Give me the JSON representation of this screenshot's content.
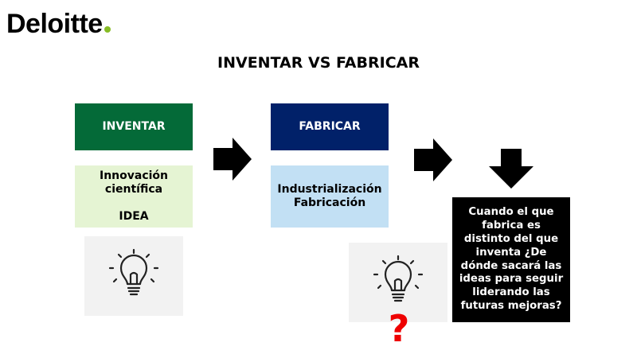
{
  "logo": {
    "text": "Deloitte",
    "dot_color": "#86bc25"
  },
  "title": "INVENTAR VS FABRICAR",
  "inventar": {
    "header": "INVENTAR",
    "header_color": "#046a38",
    "sub_line1": "Innovación",
    "sub_line2": "científica",
    "sub_line3": "IDEA",
    "sub_bg": "#e5f4d3"
  },
  "fabricar": {
    "header": "FABRICAR",
    "header_color": "#012169",
    "sub_line1": "Industrialización",
    "sub_line2": "Fabricación",
    "sub_bg": "#c2e0f4"
  },
  "icons": {
    "bulb": "lightbulb-icon",
    "arrow_right": "arrow-right-icon",
    "arrow_down": "arrow-down-icon"
  },
  "question_mark": "?",
  "question_color": "#ee0000",
  "callout_text": "Cuando el que fabrica es distinto del que inventa ¿De dónde sacará las ideas para seguir liderando las futuras mejoras?"
}
